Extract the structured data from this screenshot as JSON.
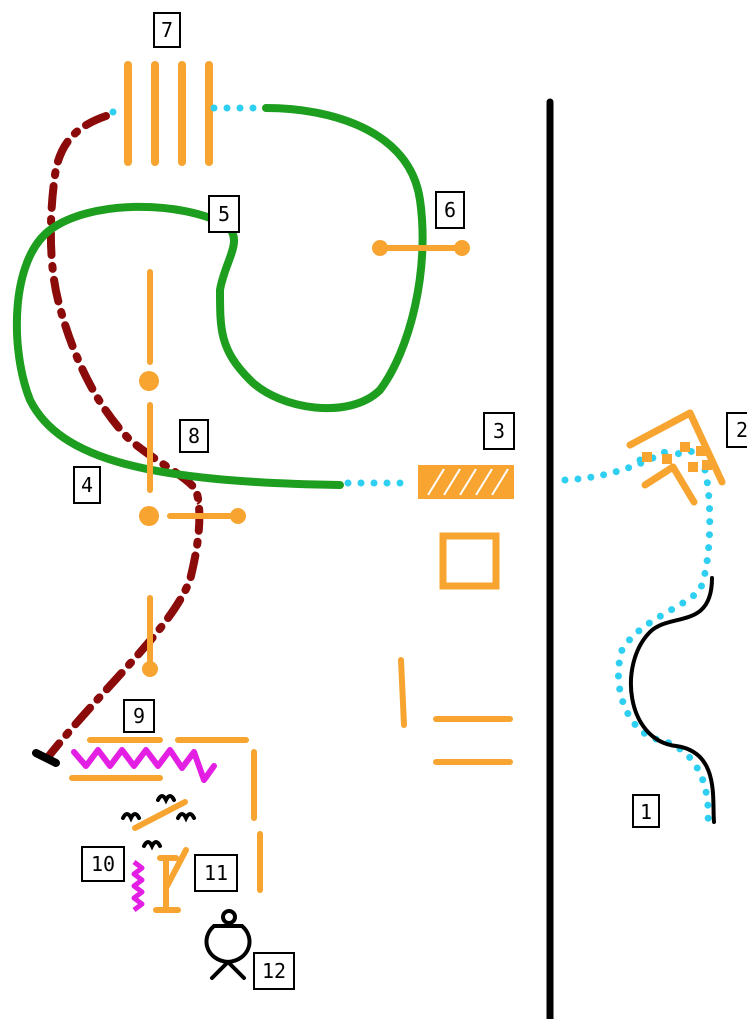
{
  "colors": {
    "orange": "#F7A431",
    "green": "#1E9E1E",
    "cyan": "#2ECFF0",
    "dark_red": "#8B0A0A",
    "magenta": "#E31FE3",
    "black": "#000000",
    "white": "#FFFFFF"
  },
  "labels": {
    "l1": "1",
    "l2": "2",
    "l3": "3",
    "l4": "4",
    "l5": "5",
    "l6": "6",
    "l7": "7",
    "l8": "8",
    "l9": "9",
    "l10": "10",
    "l11": "11",
    "l12": "12"
  },
  "icons": {
    "wall": "vertical-divider",
    "track": "curved-black-line",
    "figure": "kettlebell-icon"
  }
}
